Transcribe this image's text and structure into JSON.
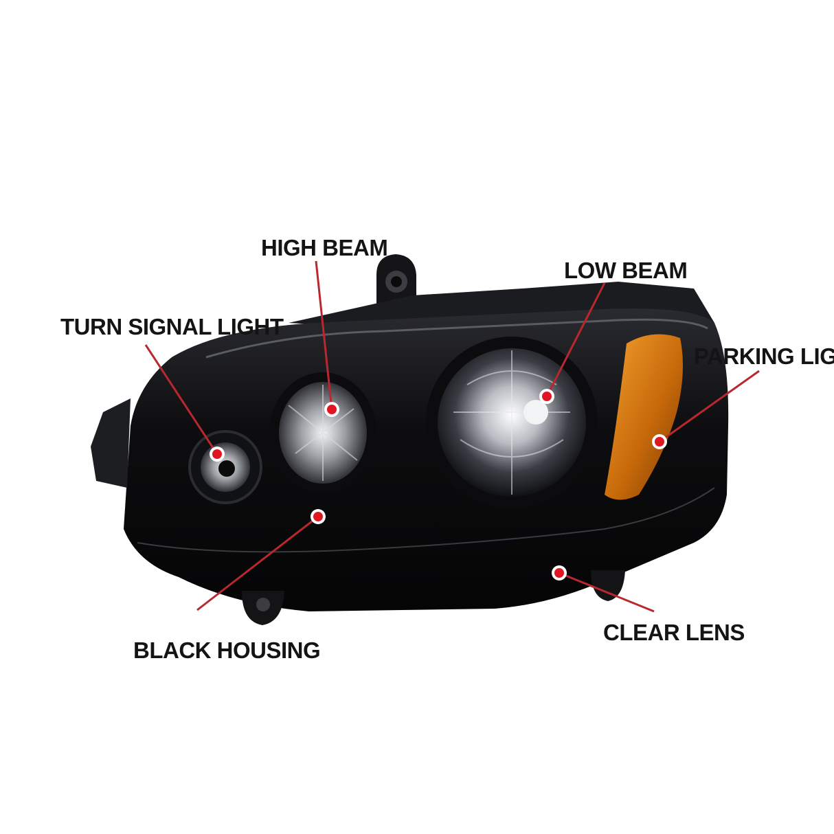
{
  "colors": {
    "background": "#ffffff",
    "housing": "#0d0d0f",
    "leader_line": "#b8282e",
    "dot_fill": "#e01622",
    "dot_ring": "#ffffff",
    "amber": "#c86a0a",
    "label_text": "#141414"
  },
  "callouts": [
    {
      "id": "turn-signal-light",
      "label": "TURN SIGNAL LIGHT"
    },
    {
      "id": "high-beam",
      "label": "HIGH BEAM"
    },
    {
      "id": "low-beam",
      "label": "LOW BEAM"
    },
    {
      "id": "parking-light",
      "label": "PARKING LIGHT"
    },
    {
      "id": "black-housing",
      "label": "BLACK HOUSING"
    },
    {
      "id": "clear-lens",
      "label": "CLEAR LENS"
    }
  ]
}
